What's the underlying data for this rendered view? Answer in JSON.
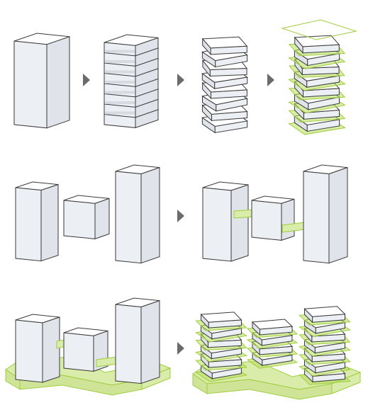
{
  "diagram": {
    "rows": [
      {
        "name": "row-1-single-tower",
        "steps": [
          "solid-tower",
          "sliced-tower",
          "rotated-slabs",
          "rotated-slabs-with-green-terraces"
        ]
      },
      {
        "name": "row-2-three-volumes",
        "steps": [
          "three-separate-volumes",
          "volumes-joined-by-bridges"
        ]
      },
      {
        "name": "row-3-podium",
        "steps": [
          "volumes-on-green-podium",
          "rotated-slab-towers-on-green-podium"
        ]
      }
    ],
    "arrow_icon": "triangle-right-icon",
    "colors": {
      "top_face": "#ffffff",
      "front_face": "#eceff3",
      "side_face": "#e0e4ea",
      "stroke": "#3a3a3a",
      "green_fill": "#d9ecaa",
      "green_side": "#cfe496",
      "green_bright": "#b6e05a",
      "green_stroke": "#9fcd3e",
      "arrow": "#6b6b6b"
    }
  }
}
